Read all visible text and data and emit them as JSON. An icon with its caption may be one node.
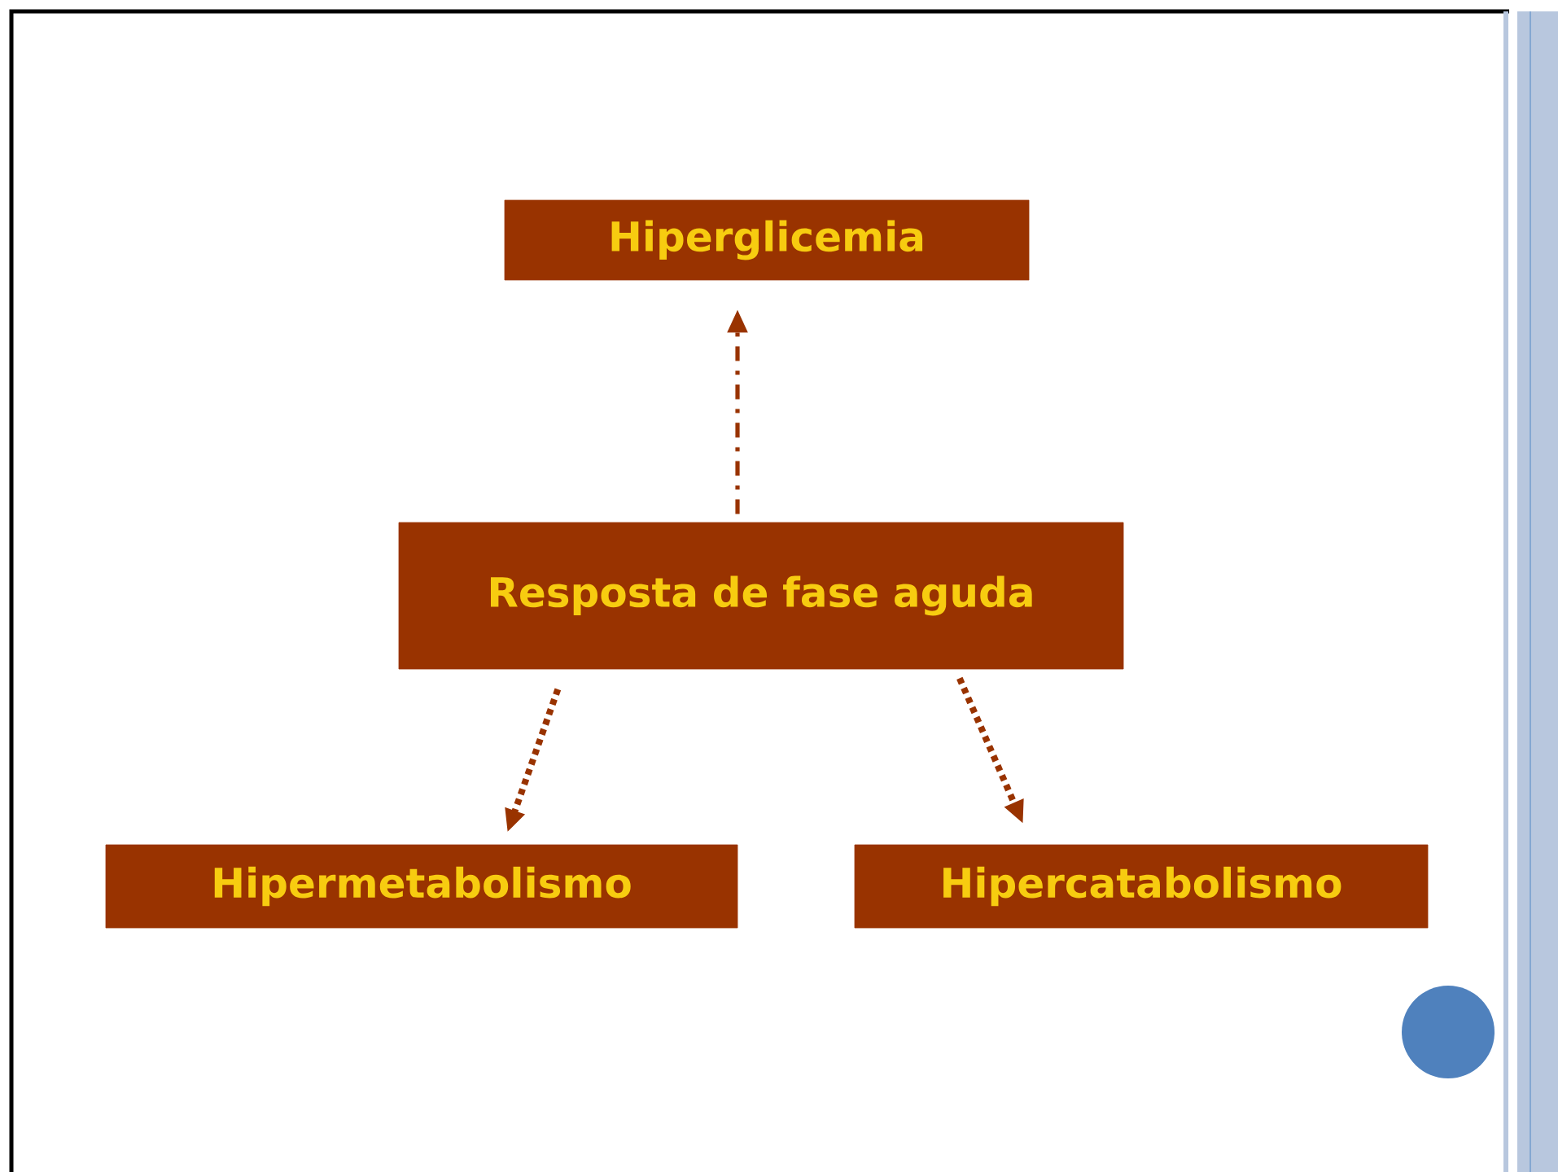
{
  "diagram": {
    "nodes": [
      {
        "text": [
          "Hiperglicemia"
        ]
      },
      {
        "text": [
          "Resposta de fase aguda"
        ]
      },
      {
        "text": [
          "Hipermetabolismo"
        ]
      },
      {
        "text": [
          "Hipercatabolismo"
        ]
      }
    ],
    "edges": [
      {
        "from": 1,
        "to": 0,
        "arrow": "to",
        "style": "dashed"
      },
      {
        "from": 1,
        "to": 2,
        "arrow": "to",
        "style": "dashed"
      },
      {
        "from": 1,
        "to": 3,
        "arrow": "to",
        "style": "dashed"
      }
    ]
  }
}
